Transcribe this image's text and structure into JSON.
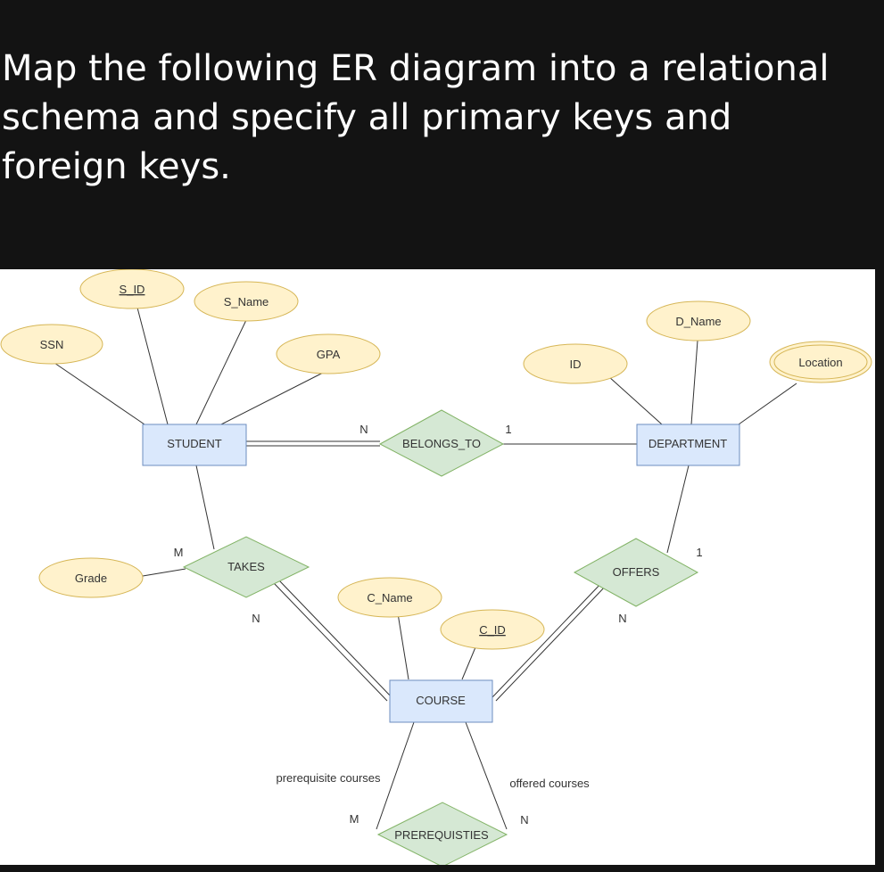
{
  "question": {
    "text": "Map the following ER diagram into a relational schema and specify all primary keys and foreign keys."
  },
  "diagram": {
    "entities": {
      "student": "STUDENT",
      "department": "DEPARTMENT",
      "course": "COURSE"
    },
    "relationships": {
      "belongs_to": "BELONGS_TO",
      "takes": "TAKES",
      "offers": "OFFERS",
      "prerequisites": "PREREQUISTIES"
    },
    "attributes": {
      "s_id": "S_ID",
      "s_name": "S_Name",
      "ssn": "SSN",
      "gpa": "GPA",
      "d_name": "D_Name",
      "dept_id": "ID",
      "location": "Location",
      "grade": "Grade",
      "c_name": "C_Name",
      "c_id": "C_ID"
    },
    "cardinalities": {
      "belongs_to_student": "N",
      "belongs_to_department": "1",
      "takes_student": "M",
      "takes_course": "N",
      "offers_department": "1",
      "offers_course": "N",
      "prereq_left": "M",
      "prereq_right": "N"
    },
    "roles": {
      "prerequisite": "prerequisite courses",
      "offered": "offered courses"
    }
  }
}
